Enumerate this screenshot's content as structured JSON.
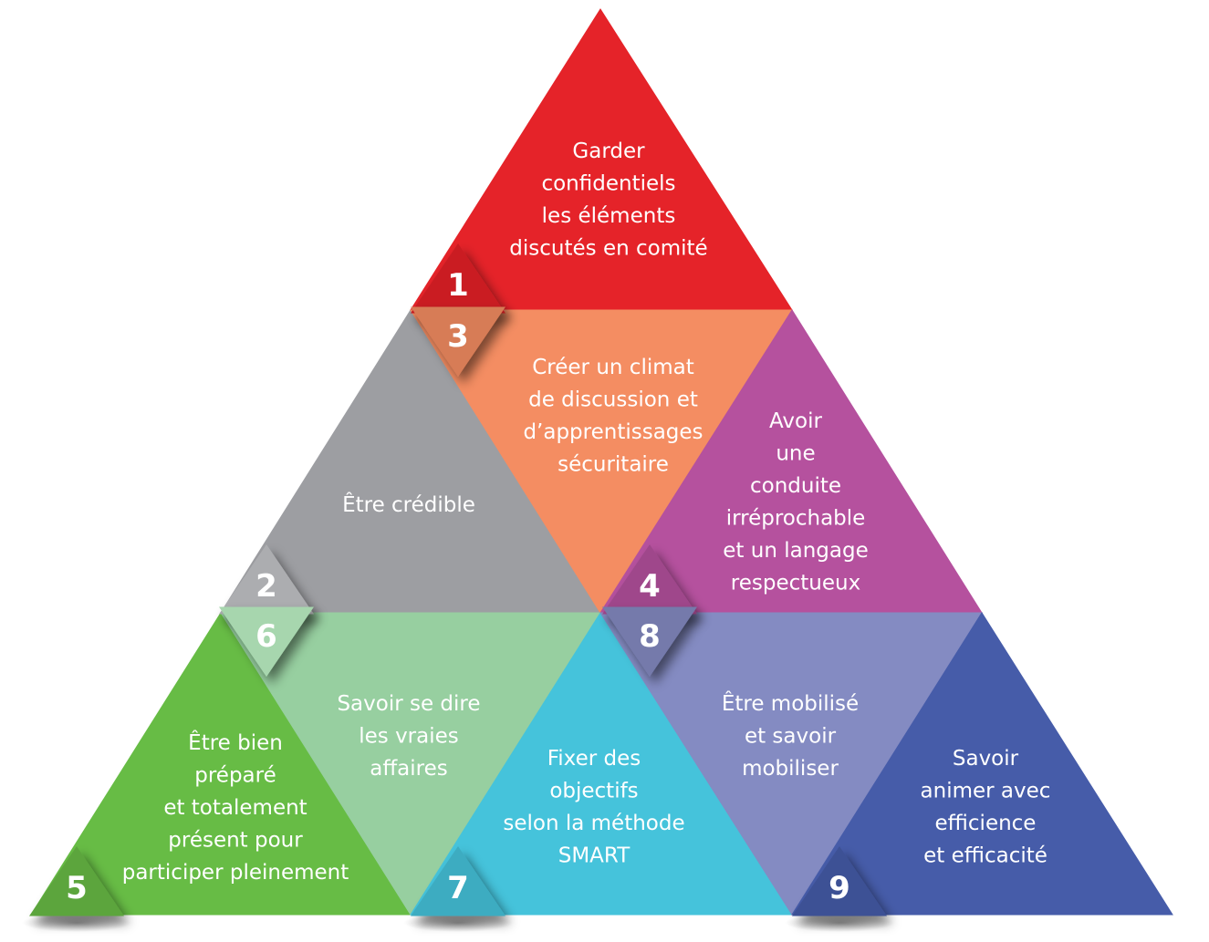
{
  "segments": [
    {
      "number": "1",
      "color": "#e52329",
      "lines": [
        "Garder",
        "confidentiels",
        "les éléments",
        "discutés en comité"
      ]
    },
    {
      "number": "2",
      "color": "#9d9ea2",
      "lines": [
        "Être crédible"
      ]
    },
    {
      "number": "3",
      "color": "#f48d62",
      "lines": [
        "Créer un climat",
        "de discussion et",
        "d’apprentissages",
        "sécuritaire"
      ]
    },
    {
      "number": "4",
      "color": "#b5519e",
      "lines": [
        "Avoir",
        "une",
        "conduite",
        "irréprochable",
        "et un langage",
        "respectueux"
      ]
    },
    {
      "number": "5",
      "color": "#67bc45",
      "lines": [
        "Être bien",
        "préparé",
        "et totalement",
        "présent pour",
        "participer pleinement"
      ]
    },
    {
      "number": "6",
      "color": "#97cfa0",
      "lines": [
        "Savoir se dire",
        "les vraies",
        "affaires"
      ]
    },
    {
      "number": "7",
      "color": "#45c3db",
      "lines": [
        "Fixer des",
        "objectifs",
        "selon la méthode",
        "SMART"
      ]
    },
    {
      "number": "8",
      "color": "#848bc2",
      "lines": [
        "Être mobilisé",
        "et savoir",
        "mobiliser"
      ]
    },
    {
      "number": "9",
      "color": "#465ca9",
      "lines": [
        "Savoir",
        "animer avec",
        "efficience",
        "et efficacité"
      ]
    }
  ]
}
